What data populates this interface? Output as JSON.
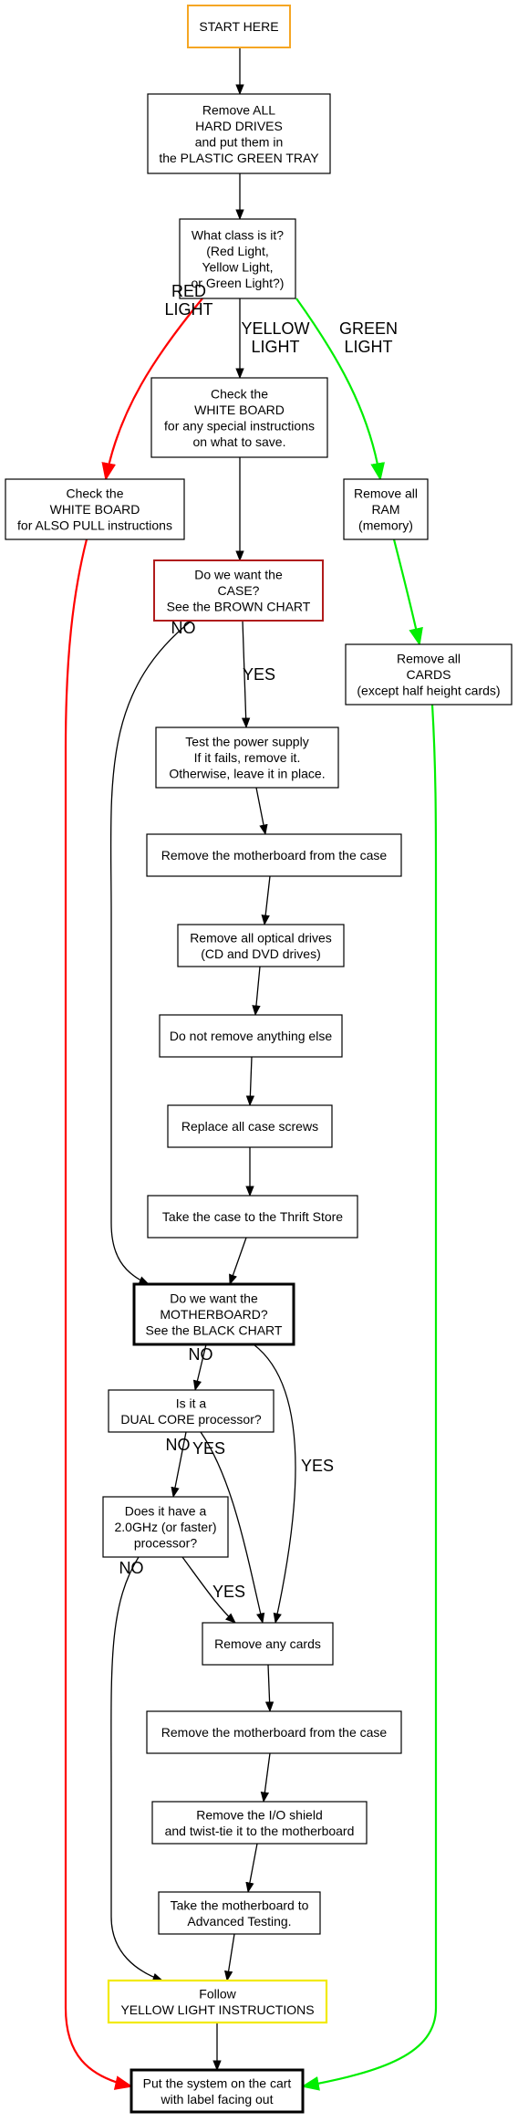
{
  "colors": {
    "default_border": "#000000",
    "start_border": "#f5a623",
    "red_border": "#b01c1c",
    "yellow_border": "#f2ea00",
    "red_line": "#ff0000",
    "green_line": "#00ee00",
    "default_line": "#000000"
  },
  "nodes": [
    {
      "id": "start",
      "lines": [
        "START HERE"
      ],
      "style": "start"
    },
    {
      "id": "remove_hd",
      "lines": [
        "Remove ALL",
        "HARD DRIVES",
        "and put them in",
        "the PLASTIC GREEN TRAY"
      ],
      "style": "normal"
    },
    {
      "id": "class",
      "lines": [
        "What class is it?",
        "(Red Light,",
        "Yellow Light,",
        "or Green Light?)"
      ],
      "style": "normal"
    },
    {
      "id": "wb_special",
      "lines": [
        "Check the",
        "WHITE BOARD",
        "for any special instructions",
        "on what to save."
      ],
      "style": "normal"
    },
    {
      "id": "wb_also",
      "lines": [
        "Check the",
        "WHITE BOARD",
        "for ALSO PULL instructions"
      ],
      "style": "normal"
    },
    {
      "id": "ram",
      "lines": [
        "Remove all",
        "RAM",
        "(memory)"
      ],
      "style": "normal"
    },
    {
      "id": "case_q",
      "lines": [
        "Do we want the",
        "CASE?",
        "See the BROWN CHART"
      ],
      "style": "red"
    },
    {
      "id": "cards_all",
      "lines": [
        "Remove all",
        "CARDS",
        "(except half height cards)"
      ],
      "style": "normal"
    },
    {
      "id": "psu",
      "lines": [
        "Test the power supply",
        "If it fails, remove it.",
        "Otherwise, leave it in place."
      ],
      "style": "normal"
    },
    {
      "id": "mobo1",
      "lines": [
        "Remove the motherboard from the case"
      ],
      "style": "normal"
    },
    {
      "id": "optical",
      "lines": [
        "Remove all optical drives",
        "(CD and DVD drives)"
      ],
      "style": "normal"
    },
    {
      "id": "nothing",
      "lines": [
        "Do not remove anything else"
      ],
      "style": "normal"
    },
    {
      "id": "screws",
      "lines": [
        "Replace all case screws"
      ],
      "style": "normal"
    },
    {
      "id": "thrift",
      "lines": [
        "Take the case to the Thrift Store"
      ],
      "style": "normal"
    },
    {
      "id": "mobo_q",
      "lines": [
        "Do we want the",
        "MOTHERBOARD?",
        "See the BLACK CHART"
      ],
      "style": "bold"
    },
    {
      "id": "dual",
      "lines": [
        "Is it a",
        "DUAL CORE processor?"
      ],
      "style": "normal"
    },
    {
      "id": "ghz",
      "lines": [
        "Does it have a",
        "2.0GHz (or faster)",
        "processor?"
      ],
      "style": "normal"
    },
    {
      "id": "any_cards",
      "lines": [
        "Remove any cards"
      ],
      "style": "normal"
    },
    {
      "id": "mobo2",
      "lines": [
        "Remove the motherboard from the case"
      ],
      "style": "normal"
    },
    {
      "id": "io",
      "lines": [
        "Remove the I/O shield",
        "and twist-tie it to the motherboard"
      ],
      "style": "normal"
    },
    {
      "id": "adv",
      "lines": [
        "Take the motherboard to",
        "Advanced Testing."
      ],
      "style": "normal"
    },
    {
      "id": "follow",
      "lines": [
        "Follow",
        "YELLOW LIGHT INSTRUCTIONS"
      ],
      "style": "yellow"
    },
    {
      "id": "cart",
      "lines": [
        "Put the system on the cart",
        "with label facing out"
      ],
      "style": "bold"
    }
  ],
  "edges": [
    {
      "from": "start",
      "to": "remove_hd",
      "label": [],
      "color": "black"
    },
    {
      "from": "remove_hd",
      "to": "class",
      "label": [],
      "color": "black"
    },
    {
      "from": "class",
      "to": "wb_also",
      "label": [
        "RED",
        "LIGHT"
      ],
      "color": "red"
    },
    {
      "from": "class",
      "to": "wb_special",
      "label": [
        "YELLOW",
        "LIGHT"
      ],
      "color": "black"
    },
    {
      "from": "class",
      "to": "ram",
      "label": [
        "GREEN",
        "LIGHT"
      ],
      "color": "green"
    },
    {
      "from": "wb_special",
      "to": "case_q",
      "label": [],
      "color": "black"
    },
    {
      "from": "ram",
      "to": "cards_all",
      "label": [],
      "color": "green"
    },
    {
      "from": "case_q",
      "to": "psu",
      "label": [
        "YES"
      ],
      "color": "black"
    },
    {
      "from": "case_q",
      "to": "mobo_q",
      "label": [
        "NO"
      ],
      "color": "black"
    },
    {
      "from": "psu",
      "to": "mobo1",
      "label": [],
      "color": "black"
    },
    {
      "from": "mobo1",
      "to": "optical",
      "label": [],
      "color": "black"
    },
    {
      "from": "optical",
      "to": "nothing",
      "label": [],
      "color": "black"
    },
    {
      "from": "nothing",
      "to": "screws",
      "label": [],
      "color": "black"
    },
    {
      "from": "screws",
      "to": "thrift",
      "label": [],
      "color": "black"
    },
    {
      "from": "thrift",
      "to": "mobo_q",
      "label": [],
      "color": "black"
    },
    {
      "from": "mobo_q",
      "to": "dual",
      "label": [
        "NO"
      ],
      "color": "black"
    },
    {
      "from": "mobo_q",
      "to": "any_cards",
      "label": [
        "YES"
      ],
      "color": "black"
    },
    {
      "from": "dual",
      "to": "ghz",
      "label": [
        "NO"
      ],
      "color": "black"
    },
    {
      "from": "dual",
      "to": "any_cards",
      "label": [
        "YES"
      ],
      "color": "black"
    },
    {
      "from": "ghz",
      "to": "any_cards",
      "label": [
        "YES"
      ],
      "color": "black"
    },
    {
      "from": "ghz",
      "to": "follow",
      "label": [
        "NO"
      ],
      "color": "black"
    },
    {
      "from": "any_cards",
      "to": "mobo2",
      "label": [],
      "color": "black"
    },
    {
      "from": "mobo2",
      "to": "io",
      "label": [],
      "color": "black"
    },
    {
      "from": "io",
      "to": "adv",
      "label": [],
      "color": "black"
    },
    {
      "from": "adv",
      "to": "follow",
      "label": [],
      "color": "black"
    },
    {
      "from": "follow",
      "to": "cart",
      "label": [],
      "color": "black"
    },
    {
      "from": "wb_also",
      "to": "cart",
      "label": [],
      "color": "red"
    },
    {
      "from": "cards_all",
      "to": "cart",
      "label": [],
      "color": "green"
    }
  ]
}
